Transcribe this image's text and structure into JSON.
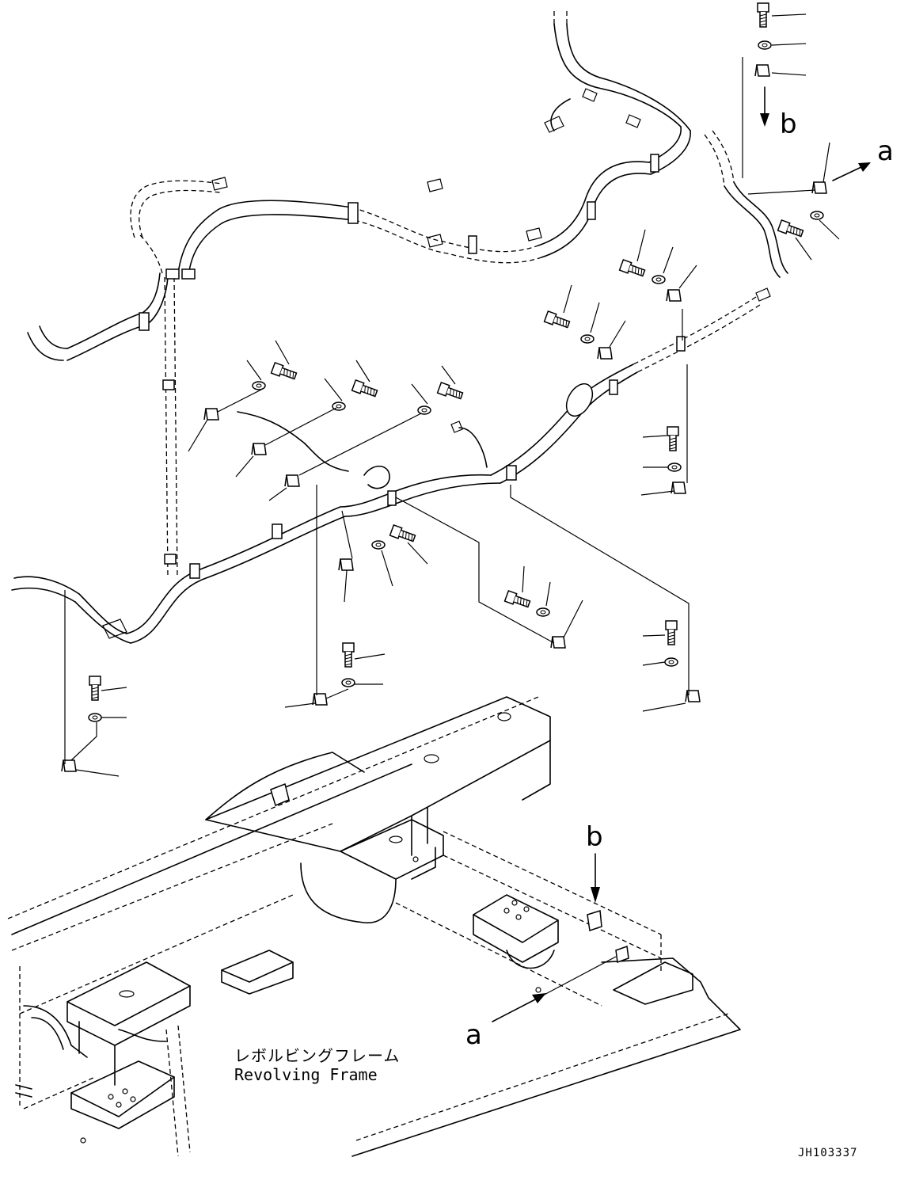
{
  "callouts": {
    "a_upper": "a",
    "b_upper": "b",
    "b_lower": "b",
    "a_lower": "a"
  },
  "frame_label": {
    "japanese": "レボルビングフレーム",
    "english": "Revolving Frame"
  },
  "drawing_number": "JH103337"
}
